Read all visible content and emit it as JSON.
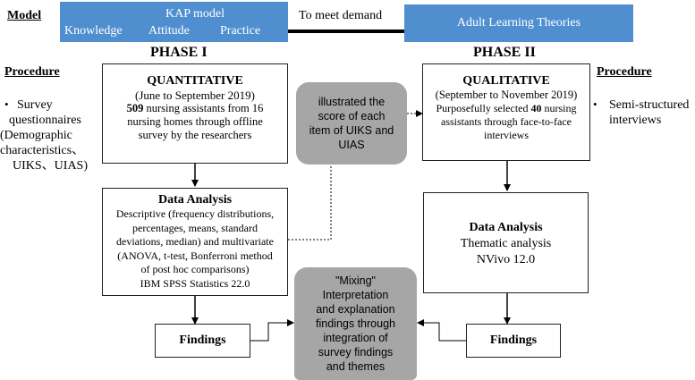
{
  "model_label": "Model",
  "kap": {
    "title": "KAP model",
    "knowledge": "Knowledge",
    "attitude": "Attitude",
    "practice": "Practice"
  },
  "to_meet_demand": "To meet demand",
  "adult_learning": "Adult Learning Theories",
  "phase1": "PHASE I",
  "phase2": "PHASE II",
  "procedure_left": {
    "label": "Procedure",
    "bullet": "•",
    "lines": [
      "Survey",
      "questionnaires",
      "(Demographic",
      "characteristics、",
      "UIKS、UIAS)"
    ]
  },
  "procedure_right": {
    "label": "Procedure",
    "bullet": "•",
    "lines": [
      "Semi-structured",
      "interviews"
    ]
  },
  "quant": {
    "title": "QUANTITATIVE",
    "dates": "(June to September 2019)",
    "count": "509",
    "line1_rest": " nursing assistants from 16",
    "line2": "nursing homes through offline",
    "line3": "survey by the researchers"
  },
  "qual": {
    "title": "QUALITATIVE",
    "dates": "(September to November 2019)",
    "line1_pre": "Purposefully selected ",
    "count": "40",
    "line1_post": " nursing",
    "line2": "assistants through face-to-face",
    "line3": "interviews"
  },
  "center_gray": [
    "illustrated the",
    "score of each",
    "item of UIKS and",
    "UIAS"
  ],
  "da_left": {
    "title": "Data Analysis",
    "lines": [
      "Descriptive (frequency distributions,",
      "percentages, means, standard",
      "deviations, median) and multivariate",
      "(ANOVA, t-test, Bonferroni method",
      "of post hoc comparisons)",
      "IBM SPSS Statistics 22.0"
    ]
  },
  "da_right": {
    "title": "Data Analysis",
    "lines": [
      "Thematic analysis",
      "NVivo 12.0"
    ]
  },
  "mixing": [
    "\"Mixing\"",
    "Interpretation",
    "and explanation",
    "findings through",
    "integration of",
    "survey findings",
    "and themes"
  ],
  "findings_left": "Findings",
  "findings_right": "Findings",
  "colors": {
    "blue": "#4f8fd0",
    "gray": "#a6a6a6"
  }
}
